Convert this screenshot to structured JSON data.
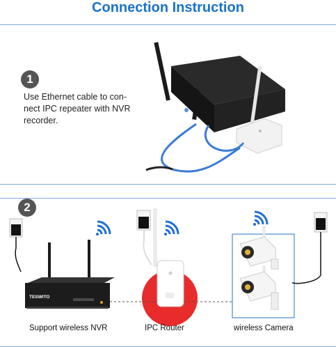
{
  "title": "Connection Instruction",
  "step1": {
    "number": "1",
    "text": "Use Ethernet cable to con-nect IPC repeater with NVR recorder."
  },
  "step2": {
    "number": "2",
    "nvr_brand": "TESWITO",
    "captions": {
      "nvr": "Support wireless NVR",
      "router": "IPC Router",
      "camera": "wireless Camera"
    }
  },
  "colors": {
    "title": "#1a73c9",
    "panel_border": "#7fa8d8",
    "highlight": "#e82b2b",
    "wifi": "#1f6fd1",
    "cable": "#3a7bd5"
  },
  "icons": [
    "wifi-icon",
    "power-plug-icon",
    "nvr-device",
    "ipc-router-device",
    "bullet-camera-device"
  ]
}
